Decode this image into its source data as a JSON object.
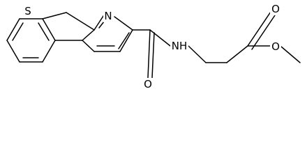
{
  "molecule": {
    "atoms": [
      {
        "id": "S1",
        "label": "S"
      },
      {
        "id": "N_ring",
        "label": "N"
      },
      {
        "id": "N_amide",
        "label": "NH"
      },
      {
        "id": "O_carbonyl",
        "label": "O"
      },
      {
        "id": "O_ester_carbonyl",
        "label": "O"
      },
      {
        "id": "O_ester",
        "label": "O"
      }
    ],
    "colors": {
      "bond": "#000000",
      "label": "#000000",
      "background": "#ffffff"
    }
  }
}
